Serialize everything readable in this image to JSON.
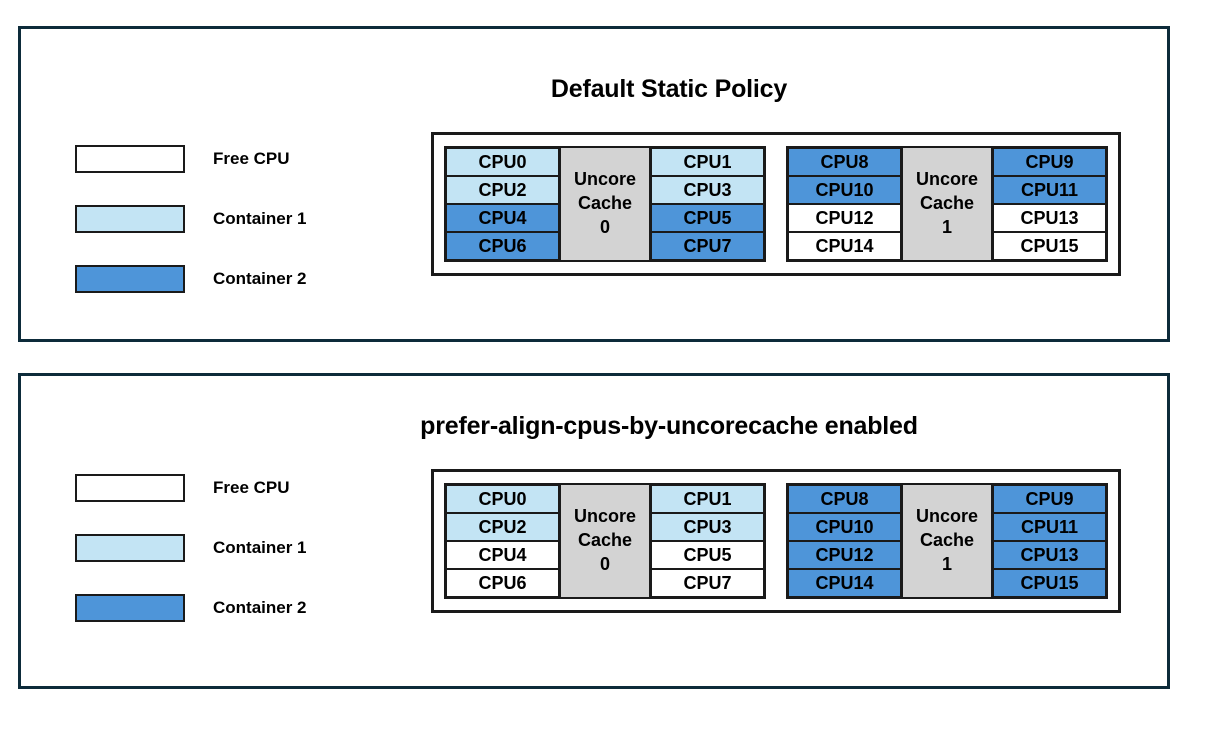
{
  "colors": {
    "free": "#ffffff",
    "container1": "#c3e4f4",
    "container2": "#4e95d9",
    "uncore": "#d3d3d3",
    "border": "#1a1a1a",
    "panel_border": "#0d2b3a"
  },
  "legend": {
    "items": [
      {
        "label": "Free CPU",
        "state": "free"
      },
      {
        "label": "Container 1",
        "state": "container1"
      },
      {
        "label": "Container 2",
        "state": "container2"
      }
    ]
  },
  "panels": [
    {
      "id": "default-static-policy",
      "title": "Default Static Policy",
      "sockets": [
        {
          "uncore_label_line1": "Uncore",
          "uncore_label_line2": "Cache",
          "uncore_index": "0",
          "left_column": [
            {
              "label": "CPU0",
              "state": "container1"
            },
            {
              "label": "CPU2",
              "state": "container1"
            },
            {
              "label": "CPU4",
              "state": "container2"
            },
            {
              "label": "CPU6",
              "state": "container2"
            }
          ],
          "right_column": [
            {
              "label": "CPU1",
              "state": "container1"
            },
            {
              "label": "CPU3",
              "state": "container1"
            },
            {
              "label": "CPU5",
              "state": "container2"
            },
            {
              "label": "CPU7",
              "state": "container2"
            }
          ]
        },
        {
          "uncore_label_line1": "Uncore",
          "uncore_label_line2": "Cache",
          "uncore_index": "1",
          "left_column": [
            {
              "label": "CPU8",
              "state": "container2"
            },
            {
              "label": "CPU10",
              "state": "container2"
            },
            {
              "label": "CPU12",
              "state": "free"
            },
            {
              "label": "CPU14",
              "state": "free"
            }
          ],
          "right_column": [
            {
              "label": "CPU9",
              "state": "container2"
            },
            {
              "label": "CPU11",
              "state": "container2"
            },
            {
              "label": "CPU13",
              "state": "free"
            },
            {
              "label": "CPU15",
              "state": "free"
            }
          ]
        }
      ]
    },
    {
      "id": "prefer-align-cpus-by-uncorecache",
      "title": "prefer-align-cpus-by-uncorecache enabled",
      "sockets": [
        {
          "uncore_label_line1": "Uncore",
          "uncore_label_line2": "Cache",
          "uncore_index": "0",
          "left_column": [
            {
              "label": "CPU0",
              "state": "container1"
            },
            {
              "label": "CPU2",
              "state": "container1"
            },
            {
              "label": "CPU4",
              "state": "free"
            },
            {
              "label": "CPU6",
              "state": "free"
            }
          ],
          "right_column": [
            {
              "label": "CPU1",
              "state": "container1"
            },
            {
              "label": "CPU3",
              "state": "container1"
            },
            {
              "label": "CPU5",
              "state": "free"
            },
            {
              "label": "CPU7",
              "state": "free"
            }
          ]
        },
        {
          "uncore_label_line1": "Uncore",
          "uncore_label_line2": "Cache",
          "uncore_index": "1",
          "left_column": [
            {
              "label": "CPU8",
              "state": "container2"
            },
            {
              "label": "CPU10",
              "state": "container2"
            },
            {
              "label": "CPU12",
              "state": "container2"
            },
            {
              "label": "CPU14",
              "state": "container2"
            }
          ],
          "right_column": [
            {
              "label": "CPU9",
              "state": "container2"
            },
            {
              "label": "CPU11",
              "state": "container2"
            },
            {
              "label": "CPU13",
              "state": "container2"
            },
            {
              "label": "CPU15",
              "state": "container2"
            }
          ]
        }
      ]
    }
  ]
}
